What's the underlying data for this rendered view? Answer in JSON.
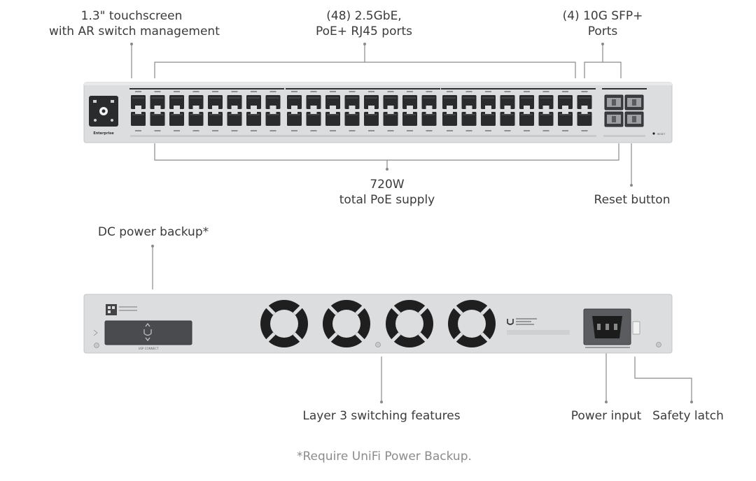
{
  "front_callouts": {
    "touchscreen": [
      "1.3\" touchscreen",
      "with AR switch management"
    ],
    "rj45_ports": [
      "(48) 2.5GbE,",
      "PoE+ RJ45 ports"
    ],
    "sfp_ports": [
      "(4) 10G SFP+",
      "Ports"
    ],
    "poe_supply": [
      "720W",
      "total PoE supply"
    ],
    "reset": "Reset button"
  },
  "rear_callouts": {
    "dc_backup": "DC power backup*",
    "layer3": "Layer 3 switching features",
    "power_input": "Power input",
    "safety_latch": "Safety latch"
  },
  "footnote": "*Require UniFi Power Backup.",
  "device": {
    "front_brand": "Enterprise",
    "rj45_count": 48,
    "sfp_count": 4,
    "rear_usp_label": "USP CONNECT",
    "reset_label": "RESET",
    "colors": {
      "chassis": "#d9dadc",
      "chassis_edge": "#c4c5c7",
      "port": "#2a2b2d",
      "accent": "#3a3a3a"
    }
  }
}
